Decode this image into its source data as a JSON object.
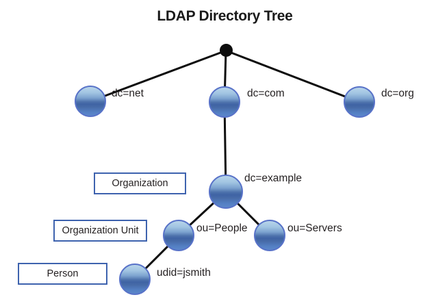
{
  "title": "LDAP Directory Tree",
  "diagram_type": "tree",
  "nodes": [
    {
      "id": "root",
      "label": "",
      "shape": "black-dot"
    },
    {
      "id": "dc-net",
      "label": "dc=net",
      "shape": "blue-sphere"
    },
    {
      "id": "dc-com",
      "label": "dc=com",
      "shape": "blue-sphere"
    },
    {
      "id": "dc-org",
      "label": "dc=org",
      "shape": "blue-sphere"
    },
    {
      "id": "dc-example",
      "label": "dc=example",
      "shape": "blue-sphere"
    },
    {
      "id": "ou-people",
      "label": "ou=People",
      "shape": "blue-sphere"
    },
    {
      "id": "ou-servers",
      "label": "ou=Servers",
      "shape": "blue-sphere"
    },
    {
      "id": "udid-jsmith",
      "label": "udid=jsmith",
      "shape": "blue-sphere"
    }
  ],
  "edges": [
    [
      "root",
      "dc=net"
    ],
    [
      "root",
      "dc=com"
    ],
    [
      "root",
      "dc=org"
    ],
    [
      "dc=com",
      "dc=example"
    ],
    [
      "dc=example",
      "ou=People"
    ],
    [
      "dc=example",
      "ou=Servers"
    ],
    [
      "ou=People",
      "udid=jsmith"
    ]
  ],
  "level_labels": [
    {
      "label": "Organization"
    },
    {
      "label": "Organization Unit"
    },
    {
      "label": "Person"
    }
  ],
  "colors": {
    "background": "#ffffff",
    "edge": "#0d0d0d",
    "node_fill_top": "#b7d4ea",
    "node_fill_mid": "#3f63a4",
    "node_fill_bottom": "#5b86ca",
    "node_border": "#5872c8",
    "root_dot": "#0d0d0d",
    "label_box_border": "#3d62ae",
    "text": "#231f20"
  }
}
